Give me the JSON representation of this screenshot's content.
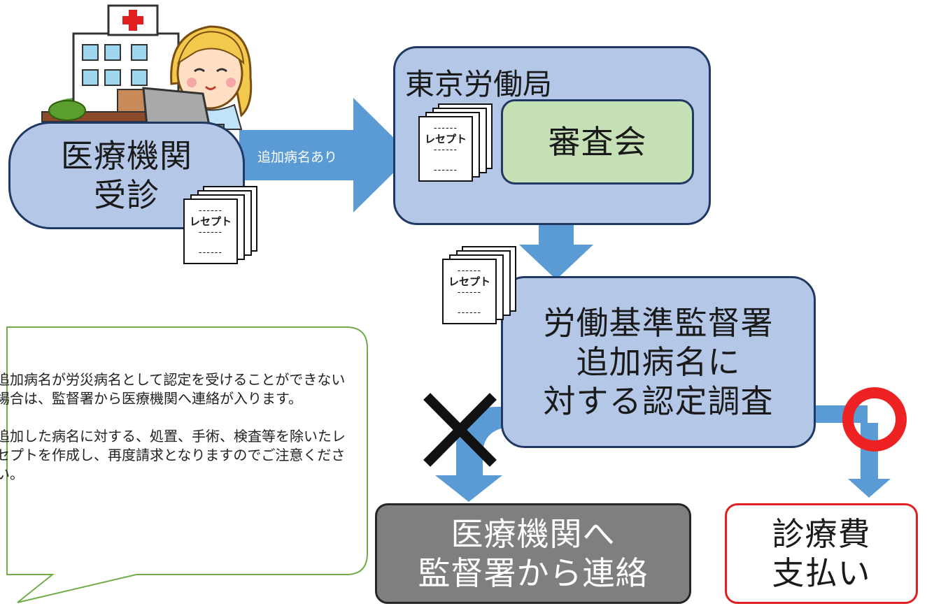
{
  "nodes": {
    "medical": {
      "line1": "医療機関",
      "line2": "受診"
    },
    "tokyo": {
      "title": "東京労働局"
    },
    "shinsakai": {
      "label": "審査会"
    },
    "kantoku": {
      "line1": "労働基準監督署",
      "line2": "追加病名に",
      "line3": "対する認定調査"
    },
    "contact": {
      "line1": "医療機関へ",
      "line2": "監督署から連絡"
    },
    "payment": {
      "line1": "診療費",
      "line2": "支払い"
    }
  },
  "arrow_label": "追加病名あり",
  "receipt": {
    "label": "レセプト",
    "dash": "------"
  },
  "note": {
    "para1": "追加病名が労災病名として認定を受けることができない場合は、監督署から医療機関へ連絡が入ります。",
    "para2": "追加した病名に対する、処置、手術、検査等を除いたレセプトを作成し、再度請求となりますのでご注意ください。"
  },
  "symbols": {
    "reject": "✕",
    "approve": "○"
  },
  "colors": {
    "node_fill": "#b4c7e7",
    "node_border": "#1f3864",
    "arrow": "#5b9bd5",
    "shinsakai_fill": "#c5e0b4",
    "contact_fill": "#7f7f7f",
    "payment_border": "#e02020",
    "approve_ring": "#ee2222",
    "note_border": "#70ad47"
  }
}
